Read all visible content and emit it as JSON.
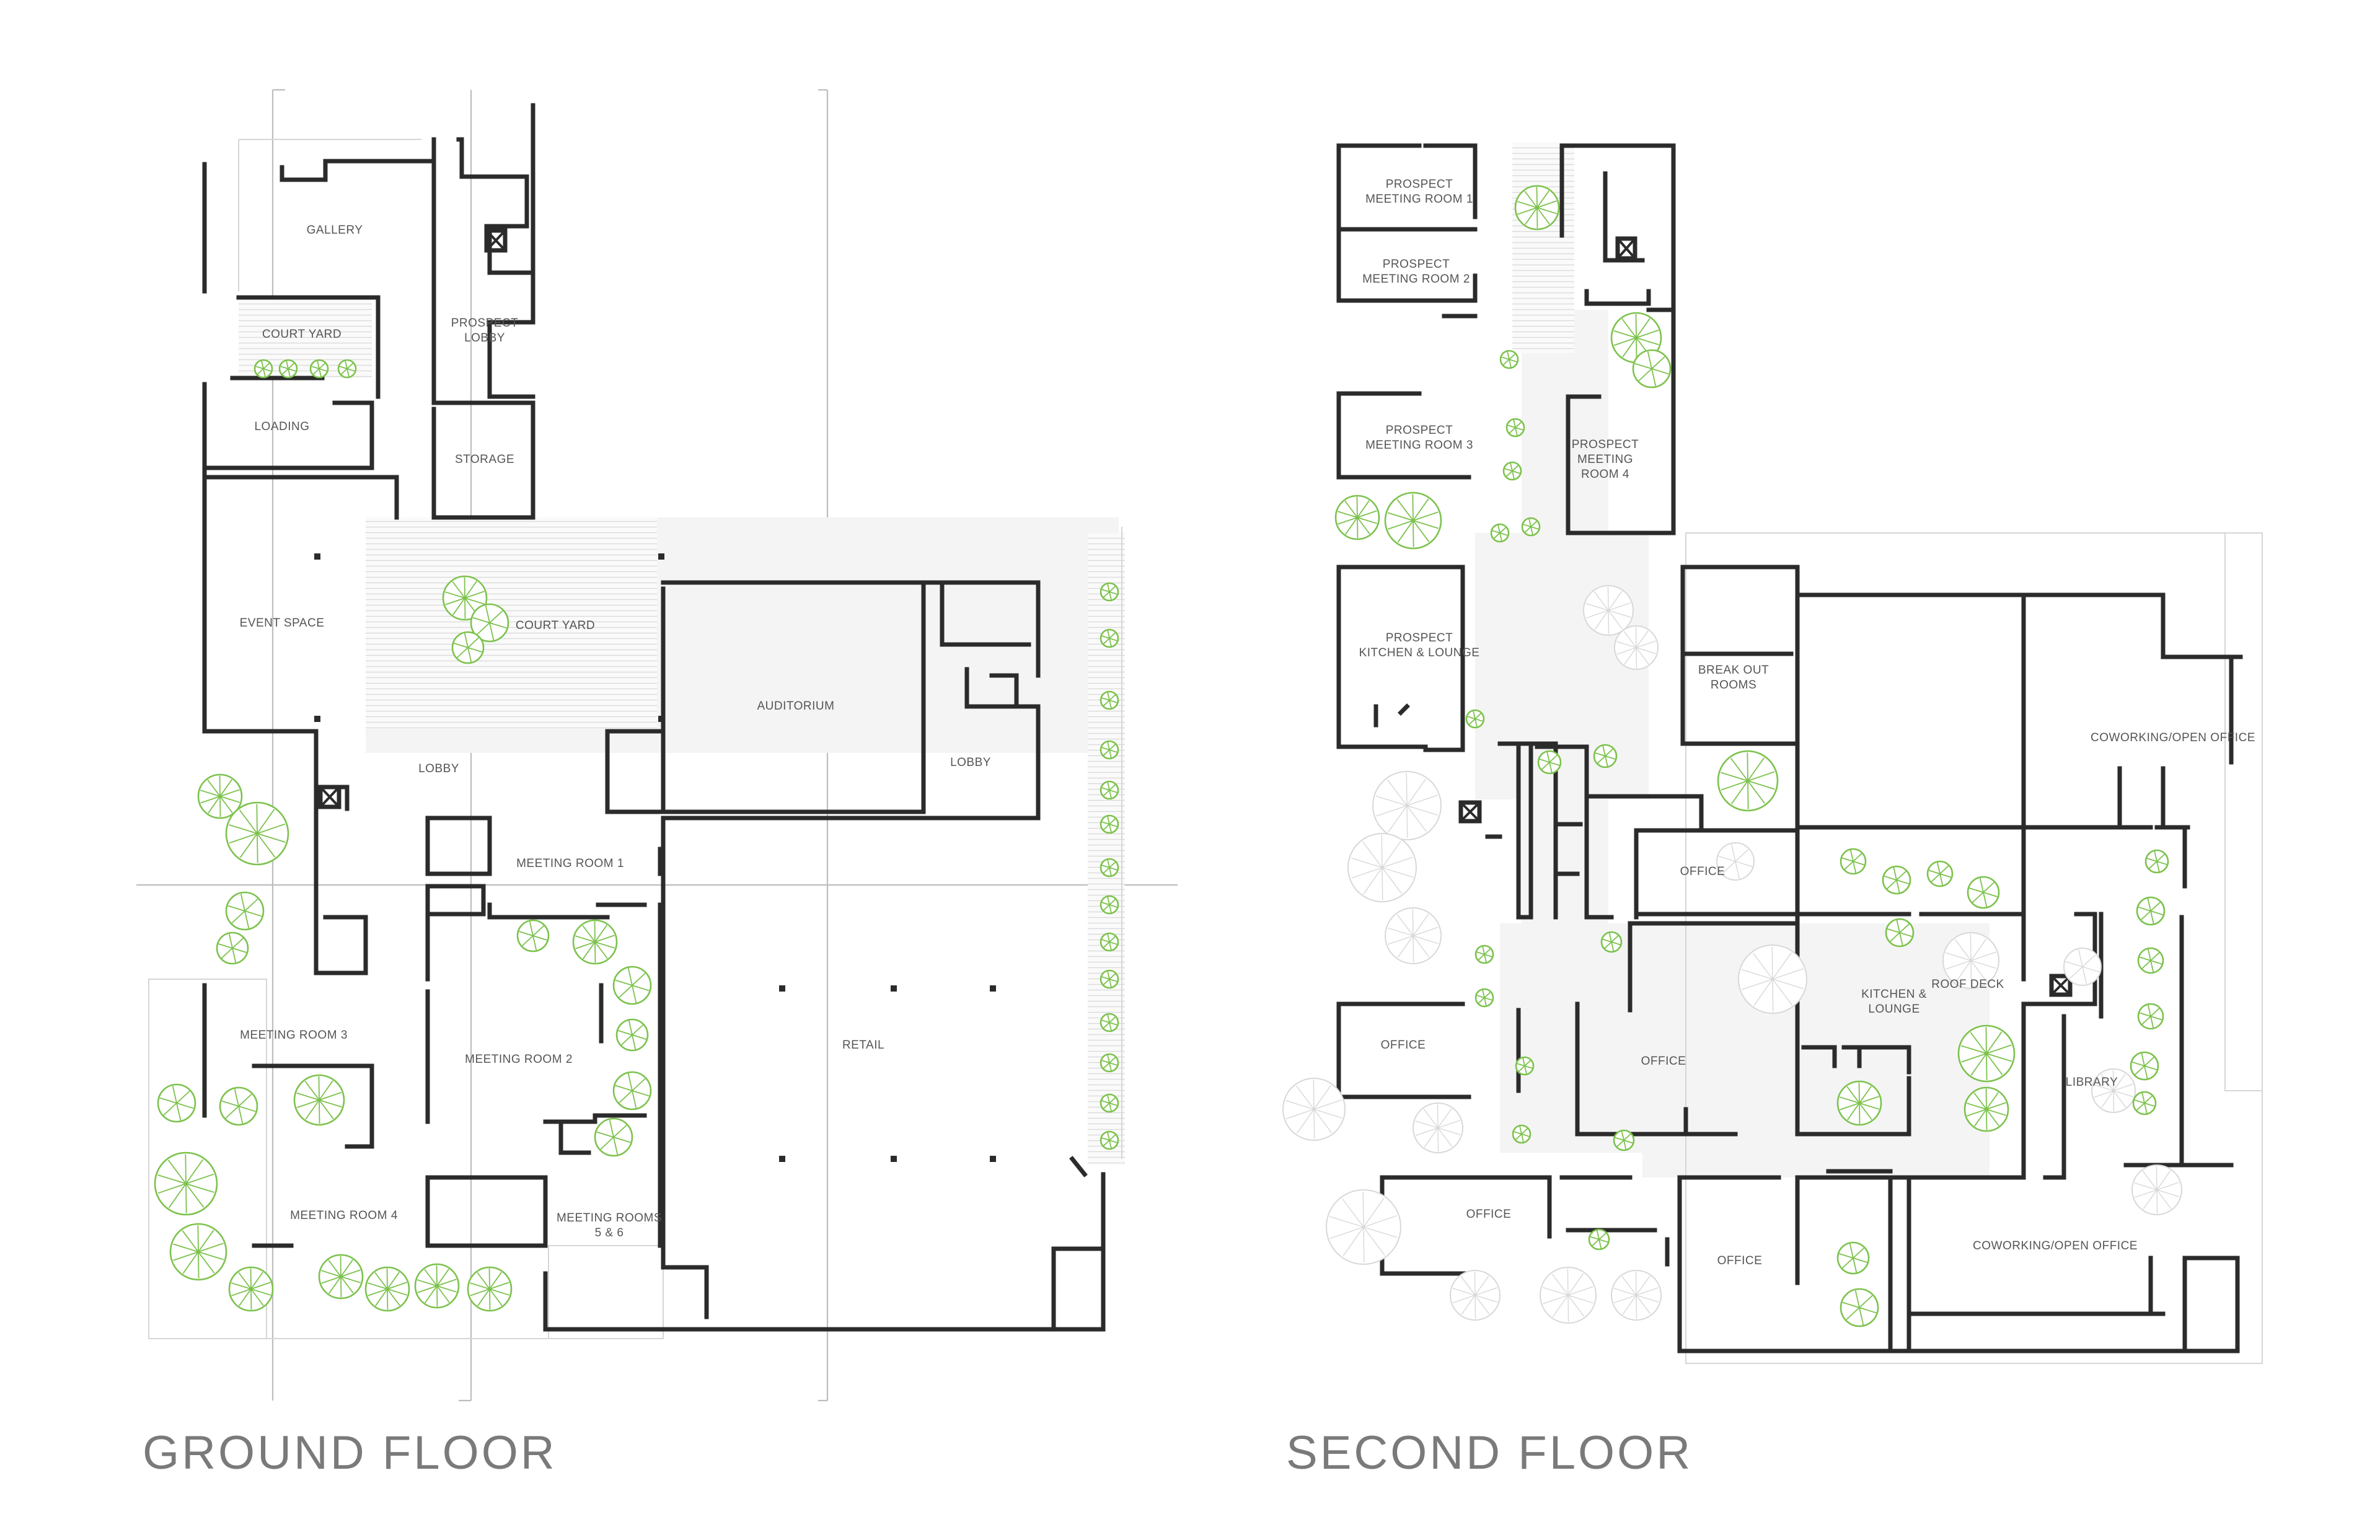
{
  "floors": [
    {
      "title": "GROUND FLOOR",
      "rooms": {
        "gallery": "GALLERY",
        "court_yard_1": "COURT YARD",
        "prospect_lobby_1": "PROSPECT",
        "prospect_lobby_2": "LOBBY",
        "loading": "LOADING",
        "storage": "STORAGE",
        "event_space": "EVENT SPACE",
        "court_yard_2": "COURT YARD",
        "auditorium": "AUDITORIUM",
        "lobby_small": "LOBBY",
        "lobby": "LOBBY",
        "meeting_room_1": "MEETING ROOM 1",
        "meeting_room_2": "MEETING ROOM 2",
        "meeting_room_3": "MEETING ROOM 3",
        "meeting_room_4": "MEETING ROOM 4",
        "meeting_rooms_56_1": "MEETING ROOMS",
        "meeting_rooms_56_2": "5 & 6",
        "retail": "RETAIL"
      }
    },
    {
      "title": "SECOND FLOOR",
      "rooms": {
        "pmr1_1": "PROSPECT",
        "pmr1_2": "MEETING ROOM 1",
        "pmr2_1": "PROSPECT",
        "pmr2_2": "MEETING ROOM 2",
        "pmr3_1": "PROSPECT",
        "pmr3_2": "MEETING ROOM 3",
        "pmr4_1": "PROSPECT",
        "pmr4_2": "MEETING",
        "pmr4_3": "ROOM 4",
        "pkl_1": "PROSPECT",
        "pkl_2": "KITCHEN & LOUNGE",
        "break_out_1": "BREAK OUT",
        "break_out_2": "ROOMS",
        "coworking_1": "COWORKING/OPEN OFFICE",
        "office_a": "OFFICE",
        "office_b": "OFFICE",
        "office_c": "OFFICE",
        "office_d": "OFFICE",
        "office_e": "OFFICE",
        "kitchen_1": "KITCHEN &",
        "kitchen_2": "LOUNGE",
        "roof_deck": "ROOF DECK",
        "library": "LIBRARY",
        "coworking_2": "COWORKING/OPEN OFFICE"
      }
    }
  ],
  "colors": {
    "wall": "#2b2b2b",
    "planting": "#7cc24c",
    "ghost_planting": "#d8d8d8",
    "title_text": "#7a7a7a"
  }
}
